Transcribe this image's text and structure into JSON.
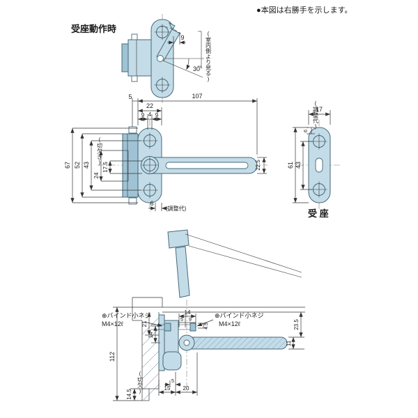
{
  "colors": {
    "bg": "#ffffff",
    "part_fill": "#c3dce8",
    "part_fill_dark": "#9fc3d4",
    "part_stroke": "#46697a",
    "line": "#333333"
  },
  "note": "●本図は右勝手を示します。",
  "fig_top": {
    "title": "受座動作時",
    "dim_9": "9",
    "dim_30": "30°",
    "side_note": "(室内側より見る)"
  },
  "fig_main": {
    "dim_5": "5",
    "dim_107": "107",
    "dim_22": "22",
    "dim_9a": "9",
    "dim_4": "4",
    "dim_9b": "9",
    "dim_67": "67",
    "dim_52": "52",
    "dim_43": "43",
    "dim_24": "24",
    "note_notch": "(切欠き)",
    "dim_17_5": "17.5",
    "dim_22_5": "22.5",
    "dim_6": "6",
    "note_adjust": "(調整代)"
  },
  "fig_receiver": {
    "title": "受 座",
    "dim_17": "17",
    "note_adjust": "(調整代)",
    "dim_6": "6",
    "dim_61": "61",
    "dim_43": "43"
  },
  "fig_section": {
    "screw_left_1": "⊕バインド小ネジ",
    "screw_left_2": "M4×12ℓ",
    "screw_right_1": "⊕バインド小ネジ",
    "screw_right_2": "M4×12ℓ",
    "dim_14_top": "14",
    "dim_5a": "5",
    "dim_9": "9",
    "dim_4_5": "4.5",
    "dim_21": "21",
    "dim_14_side": "14",
    "dim_112": "112",
    "dim_14_5": "14.5",
    "note_notch": "(切欠)",
    "dim_23_5": "23.5",
    "dim_11": "11",
    "dim_15": "15",
    "dim_20": "20",
    "dim_5b": "5"
  }
}
